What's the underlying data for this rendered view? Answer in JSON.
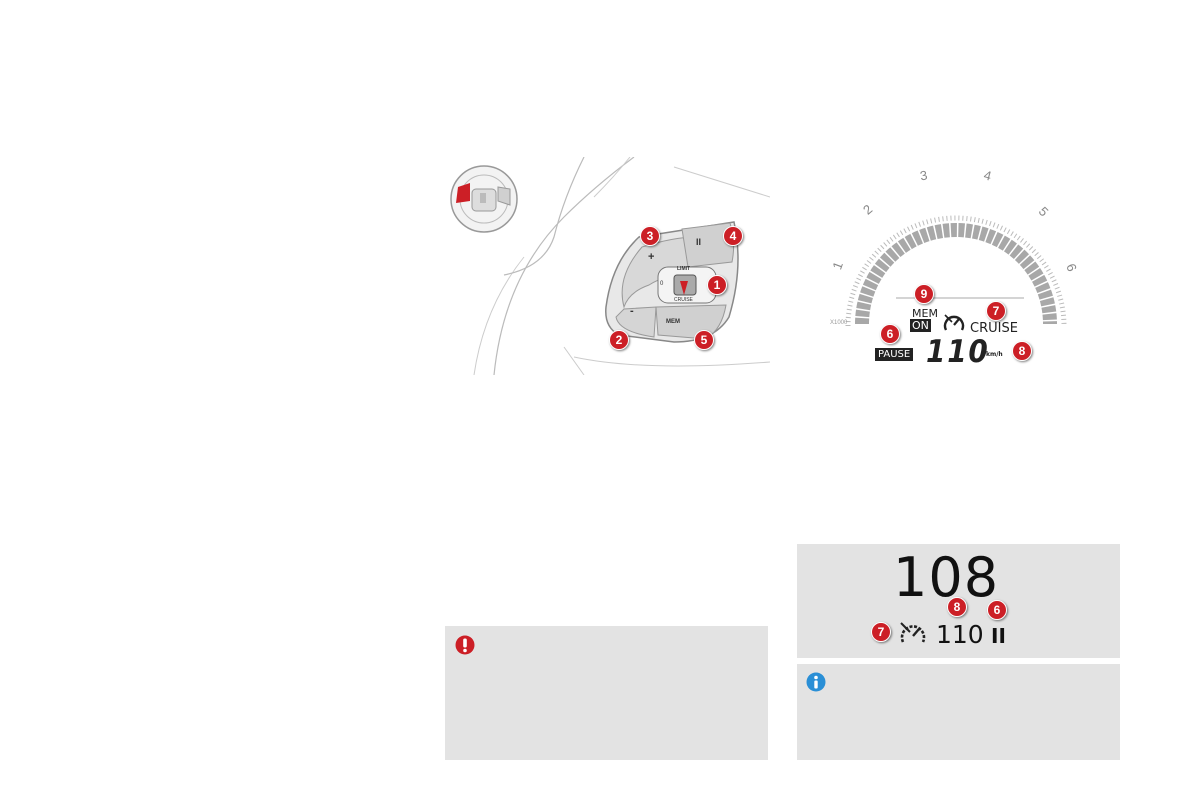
{
  "controls_illustration": {
    "callouts": [
      "1",
      "2",
      "3",
      "4",
      "5"
    ],
    "button_labels": {
      "plus": "+",
      "minus": "-",
      "pause": "II",
      "mem": "MEM",
      "selector_top": "LIMIT",
      "selector_bottom": "CRUISE",
      "selector_off": "0"
    }
  },
  "instrument_panel": {
    "rpm_ticks": [
      "1",
      "2",
      "3",
      "4",
      "5",
      "6"
    ],
    "rpm_multiplier": "X1000",
    "mem_label": "MEM",
    "on_label": "ON",
    "cruise_label": "CRUISE",
    "pause_label": "PAUSE",
    "speed_value": "110",
    "speed_unit": "km/h",
    "callouts": {
      "mem": "9",
      "cruise": "7",
      "pause": "6",
      "unit": "8"
    }
  },
  "head_up_display": {
    "current_speed": "108",
    "set_speed": "110",
    "pause_symbol": "II",
    "callouts": {
      "cruise": "7",
      "speed": "8",
      "pause": "6"
    }
  },
  "notes": {
    "warning_icon": "warning-icon",
    "info_icon": "info-icon"
  },
  "colors": {
    "callout_red": "#cc1f26",
    "panel_gray": "#e3e3e3",
    "info_blue": "#2a8fd6"
  }
}
